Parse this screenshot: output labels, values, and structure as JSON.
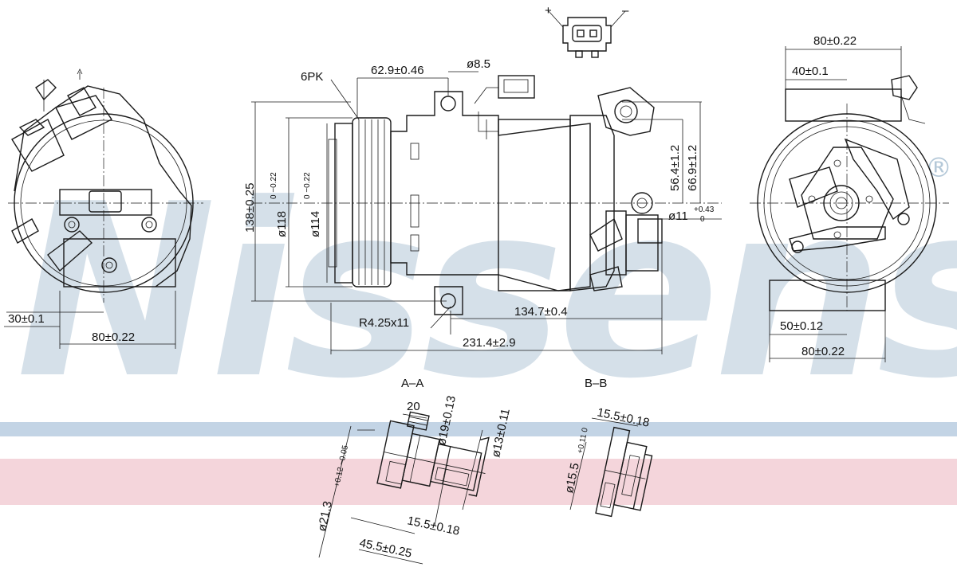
{
  "watermark": {
    "text": "Nissens",
    "registered": "®",
    "color": "#b4c8d8",
    "band_blue": "#b9cde0",
    "band_pink": "#f0c7cf"
  },
  "connector": {
    "plus": "+",
    "minus": "–"
  },
  "front_view": {
    "dim_offset": "30±0.1",
    "dim_width": "80±0.22"
  },
  "side_view": {
    "pulley": "6PK",
    "dim_62_9": "62.9±0.46",
    "dim_hole_top": "ø8.5",
    "dim_138": "138±0.25",
    "dim_118": "ø118",
    "dim_118_tol": "0\n−0.22",
    "dim_114": "ø114",
    "dim_114_tol": "0\n−0.22",
    "dim_56_4": "56.4±1.2",
    "dim_66_9": "66.9±1.2",
    "dim_11": "ø11",
    "dim_11_tol_top": "+0.43",
    "dim_11_tol_bot": "0",
    "dim_134_7": "134.7±0.4",
    "dim_r425": "R4.25x11",
    "dim_231_4": "231.4±2.9"
  },
  "rear_view": {
    "dim_top_80": "80±0.22",
    "dim_40": "40±0.1",
    "dim_50": "50±0.12",
    "dim_bottom_80": "80±0.22"
  },
  "section_a": {
    "title": "A–A",
    "dim_20": "20",
    "dim_19": "ø19±0.13",
    "dim_13": "ø13±0.11",
    "dim_21_3": "ø21.3",
    "dim_21_3_tol": "+0.12 −0.05",
    "dim_15_5": "15.5±0.18",
    "dim_45_5": "45.5±0.25"
  },
  "section_b": {
    "title": "B–B",
    "dim_15_5_top": "15.5±0.18",
    "dim_15_5_side": "ø15.5",
    "dim_15_5_side_tol": "+0.11 0"
  }
}
